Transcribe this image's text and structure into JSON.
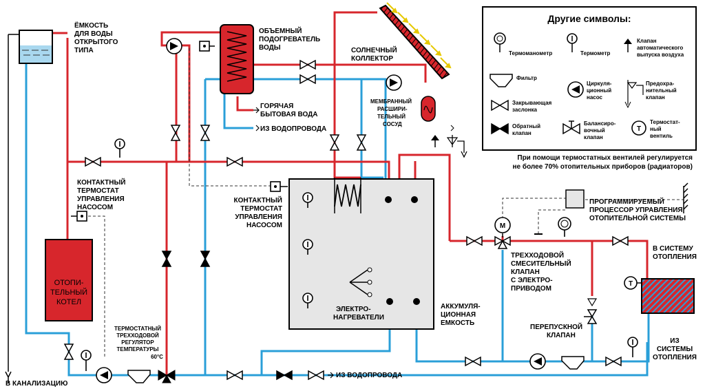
{
  "labels": {
    "open_tank": [
      "ЁМКОСТЬ",
      "ДЛЯ ВОДЫ",
      "ОТКРЫТОГО",
      "ТИПА"
    ],
    "drain": "В КАНАЛИЗАЦИЮ",
    "boiler": [
      "ОТОПИ-",
      "ТЕЛЬНЫЙ",
      "КОТЕЛ"
    ],
    "contact_thermostat_left": [
      "КОНТАКТНЫЙ",
      "ТЕРМОСТАТ",
      "УПРАВЛЕНИЯ",
      "НАСОСОМ"
    ],
    "contact_thermostat_mid": [
      "КОНТАКТНЫЙ",
      "ТЕРМОСТАТ",
      "УПРАВЛЕНИЯ",
      "НАСОСОМ"
    ],
    "water_heater": [
      "ОБЪЕМНЫЙ",
      "ПОДОГРЕВАТЕЛЬ",
      "ВОДЫ"
    ],
    "hot_water": [
      "ГОРЯЧАЯ",
      "БЫТОВАЯ ВОДА"
    ],
    "from_supply_top": "ИЗ ВОДОПРОВОДА",
    "from_supply_bottom": "ИЗ ВОДОПРОВОДА",
    "solar_collector": [
      "СОЛНЕЧНЫЙ",
      "КОЛЛЕКТОР"
    ],
    "expansion_vessel": [
      "МЕМБРАННЫЙ",
      "РАСШИРИ-",
      "ТЕЛЬНЫЙ",
      "СОСУД"
    ],
    "thermo_regulator": [
      "ТЕРМОСТАТНЫЙ",
      "ТРЕХХОДОВОЙ",
      "РЕГУЛЯТОР",
      "ТЕМПЕРАТУРЫ",
      "60°C"
    ],
    "electric_heaters": [
      "ЭЛЕКТРО-",
      "НАГРЕВАТЕЛИ"
    ],
    "accumulator": [
      "АККУМУЛЯ-",
      "ЦИОННАЯ",
      "ЕМКОСТЬ"
    ],
    "processor": [
      "ПРОГРАММИРУЕМЫЙ",
      "ПРОЦЕССОР УПРАВЛЕНИЯ",
      "ОТОПИТЕЛЬНОЙ СИСТЕМЫ"
    ],
    "three_way_valve": [
      "ТРЕХХОДОВОЙ",
      "СМЕСИТЕЛЬНЫЙ",
      "КЛАПАН",
      "С ЭЛЕКТРО-",
      "ПРИВОДОМ"
    ],
    "to_heating": [
      "В СИСТЕМУ",
      "ОТОПЛЕНИЯ"
    ],
    "from_heating": [
      "ИЗ",
      "СИСТЕМЫ",
      "ОТОПЛЕНИЯ"
    ],
    "bypass_valve": [
      "ПЕРЕПУСКНОЙ",
      "КЛАПАН"
    ],
    "note": [
      "При помощи термостатных вентилей регулируется",
      "не более 70% отопительных приборов (радиаторов)"
    ],
    "motor": "M",
    "thermostat_letter": "T"
  },
  "legend": {
    "title": "Другие символы:",
    "items": {
      "thermomanometer": "Термоманометр",
      "thermometer": "Термометр",
      "air_valve": [
        "Клапан",
        "автоматического",
        "выпуска воздуха"
      ],
      "filter": "Фильтр",
      "pump": [
        "Циркуля-",
        "ционный",
        "насос"
      ],
      "safety_valve": [
        "Предохра-",
        "нительный",
        "клапан"
      ],
      "gate_valve": [
        "Закрывающая",
        "заслонка"
      ],
      "check_valve": [
        "Обратный",
        "клапан"
      ],
      "balancing_valve": [
        "Балансиро-",
        "вочный",
        "клапан"
      ],
      "thermo_valve": [
        "Термостат-",
        "ный",
        "вентиль"
      ]
    }
  },
  "colors": {
    "hot_pipe": "#d7262c",
    "cold_pipe": "#2a9fd8",
    "tank_fill": "#e6e6e6",
    "boiler_fill": "#d7262c",
    "water": "#a9d8ef"
  }
}
